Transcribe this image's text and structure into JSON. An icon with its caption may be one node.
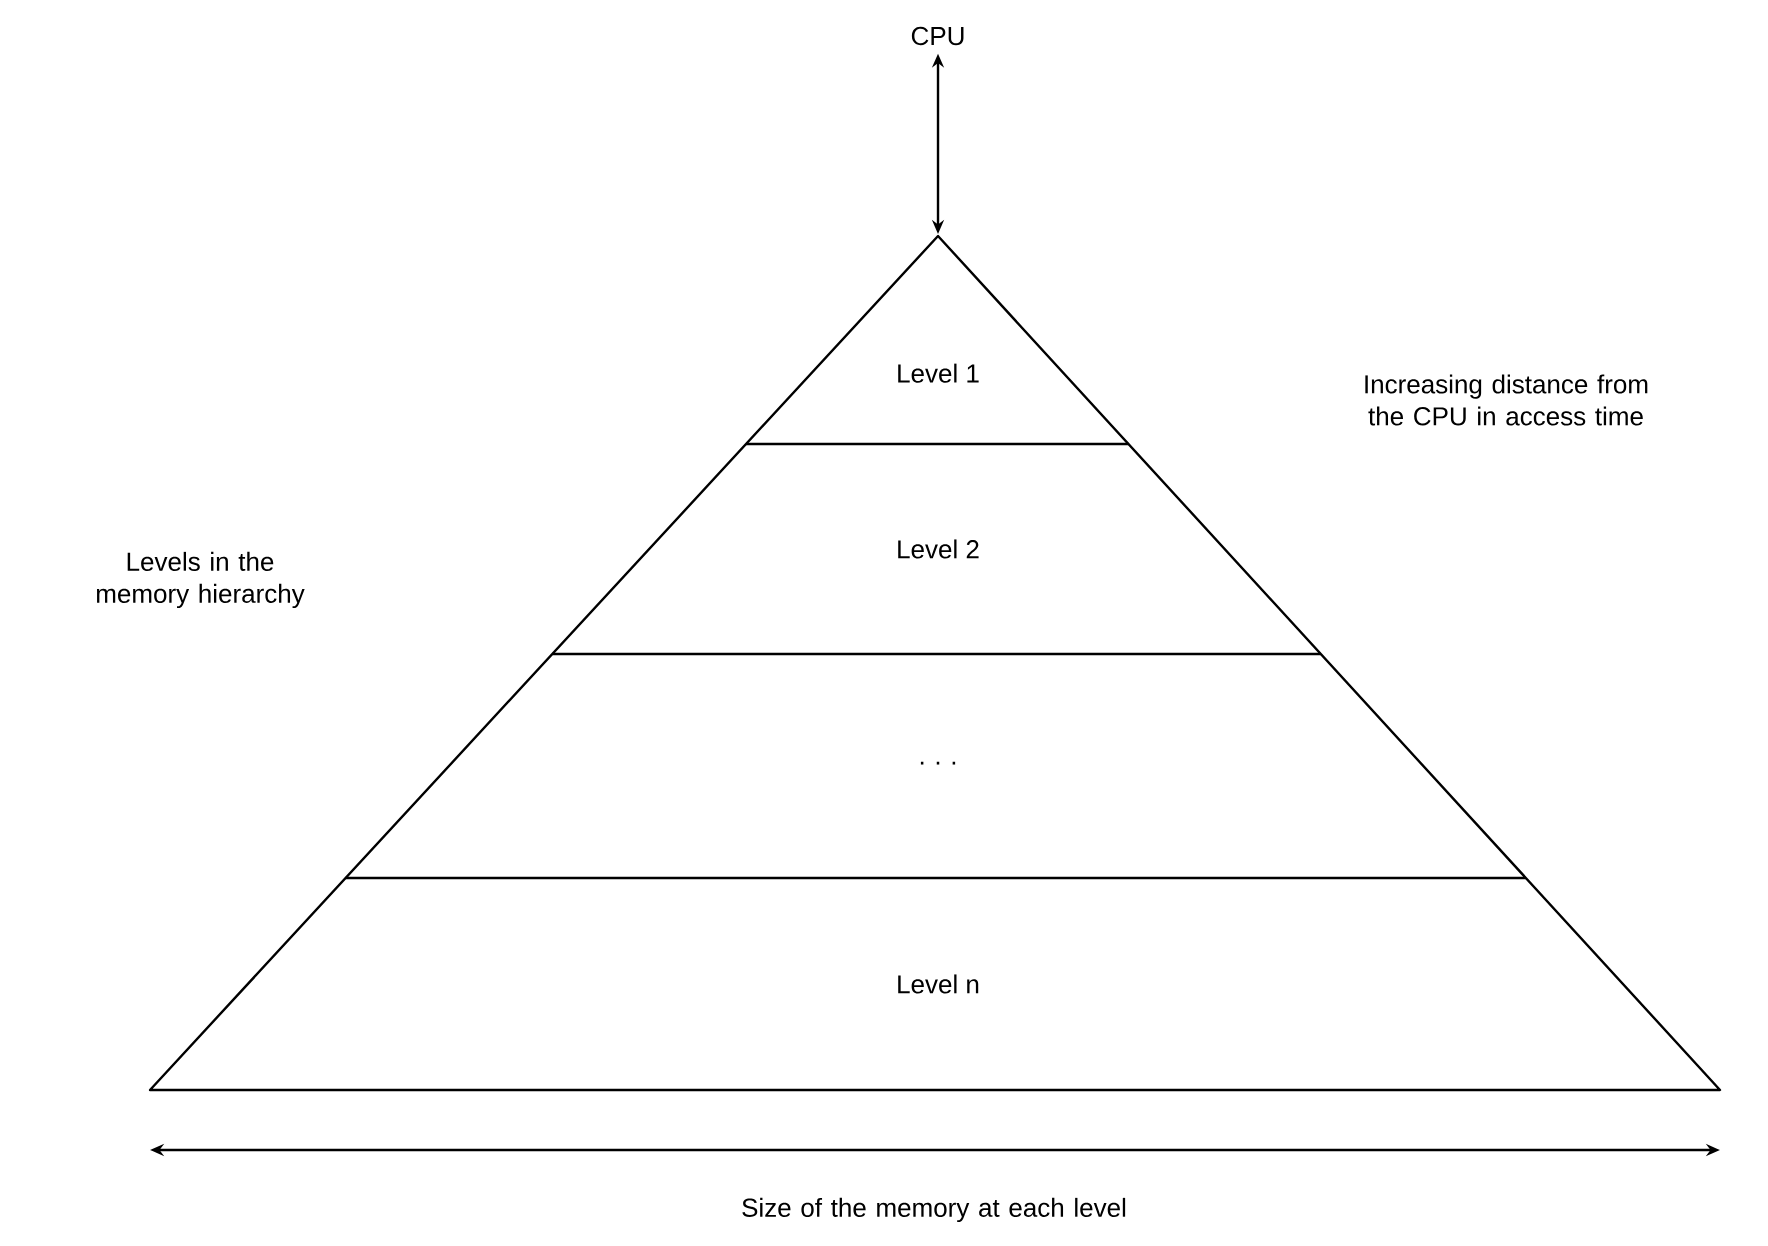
{
  "diagram": {
    "nodes": [
      {
        "text": [
          "CPU"
        ]
      },
      {
        "text": [
          "Level 1"
        ]
      },
      {
        "text": [
          "Level 2"
        ]
      },
      {
        "text": [
          "· · ·"
        ]
      },
      {
        "text": [
          "Level n"
        ]
      }
    ],
    "edges": [
      {
        "from": 0,
        "to": 1,
        "arrow": "both"
      }
    ],
    "labels": [
      "Increasing distance from the CPU in access time",
      "Levels in the memory hierarchy",
      "Size of the memory at each level"
    ]
  }
}
